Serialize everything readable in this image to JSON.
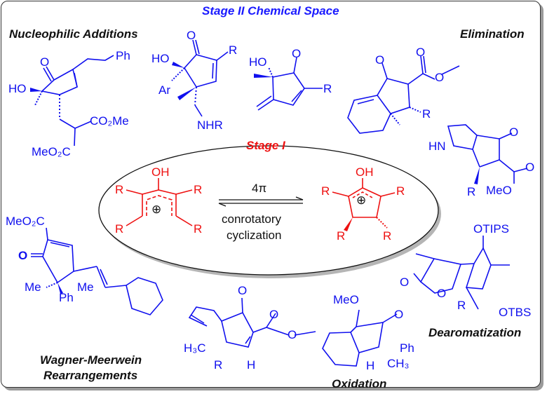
{
  "title": "Stage II Chemical Space",
  "stage1": {
    "label": "Stage I",
    "arrow_top": "4π",
    "arrow_bottom_line1": "conrotatory",
    "arrow_bottom_line2": "cyclization",
    "reactant": {
      "oh": "OH",
      "r": "R",
      "charge": "⊕"
    },
    "product": {
      "oh": "OH",
      "r": "R",
      "charge": "⊕"
    }
  },
  "categories": {
    "nucleophilic_additions": "Nucleophilic Additions",
    "elimination": "Elimination",
    "wagner_meerwein_line1": "Wagner-Meerwein",
    "wagner_meerwein_line2": "Rearrangements",
    "oxidation": "Oxidation",
    "dearomatization": "Dearomatization"
  },
  "molecules": {
    "m1": {
      "o": "O",
      "ph": "Ph",
      "ho": "HO",
      "co2me": "CO₂Me",
      "meo2c": "MeO₂C"
    },
    "m2": {
      "o": "O",
      "r": "R",
      "ho": "HO",
      "ar": "Ar",
      "nhr": "NHR"
    },
    "m3": {
      "o": "O",
      "r": "R",
      "ho": "HO"
    },
    "m4": {
      "o1": "O",
      "o2": "O",
      "o3": "O",
      "r": "R"
    },
    "m5": {
      "hn": "HN",
      "o1": "O",
      "o2": "O",
      "r": "R",
      "meo": "MeO"
    },
    "m6": {
      "meo2c": "MeO₂C",
      "o": "O",
      "me1": "Me",
      "ph": "Ph",
      "me2": "Me"
    },
    "m7": {
      "o1": "O",
      "o2": "O",
      "o3": "O",
      "h3c": "H₃C",
      "r": "R",
      "h": "H"
    },
    "m8": {
      "meo": "MeO",
      "o": "O",
      "ph": "Ph",
      "h": "H",
      "ch3": "CH₃"
    },
    "m9": {
      "otips": "OTIPS",
      "o1": "O",
      "o2": "O",
      "r": "R",
      "otbs": "OTBS"
    }
  },
  "colors": {
    "stage2": "#1010ee",
    "stage1": "#ee1111",
    "text": "#111111"
  }
}
